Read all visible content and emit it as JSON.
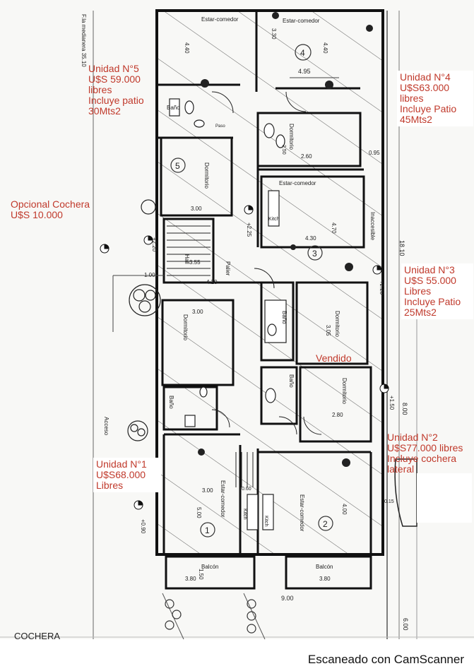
{
  "annotations": {
    "unit5": "Unidad N°5\nU$S 59.000\nlibres\nIncluye patio\n30Mts2",
    "unit4": "Unidad N°4\nU$S63.000\nlibres\nIncluye Patio\n45Mts2",
    "garage_optional": "Opcional Cochera\nU$S 10.000",
    "unit3": "Unidad N°3\nU$S 55.000\nLibres\nIncluye Patio\n25Mts2",
    "sold": "Vendido",
    "unit2": "Unidad N°2\nU$S77.000 libres\nIncluye cochera\nlateral",
    "unit1": "Unidad N°1\nU$S68.000\nLibres"
  },
  "plan_labels": {
    "estar_comedor": "Estar-comedor",
    "dormitorio": "Dormitorio",
    "bano": "Baño",
    "kitch": "Kitch",
    "balcon": "Balcón",
    "hall": "Hall",
    "palier": "Palier",
    "acceso": "Acceso",
    "inaccesible": "Inaccesible",
    "cochera": "COCHERA",
    "paso": "Paso"
  },
  "dimensions": {
    "d_4_40": "4.40",
    "d_3_30": "3.30",
    "d_4_95": "4.95",
    "d_3_00": "3.00",
    "d_2_60": "2.60",
    "d_0_95": "0.95",
    "d_4_30": "4.30",
    "d_4_70": "4.70",
    "d_4_20": "4.20",
    "d_3_55": "3.55",
    "d_1_00": "1.00",
    "d_3_05": "3.05",
    "d_2_80": "2.80",
    "d_3_80": "3.80",
    "d_9_00": "9.00",
    "d_18_10": "18.10",
    "d_8_00": "8.00",
    "d_6_00": "6.00",
    "d_5_00": "5.00",
    "d_4_00": "4.00",
    "d_1_50": "1.50",
    "d_0_15": "0.15",
    "d_2_50": "2.50",
    "d_0_60": "0.60",
    "lvl_p2_25": "+2.25",
    "lvl_p2_20": "+2.20",
    "lvl_p1_50": "+1.50",
    "lvl_p0_90": "+0.90"
  },
  "unit_numbers": [
    "1",
    "2",
    "3",
    "4",
    "5"
  ],
  "side_note": "F.la medianera 35.10",
  "footer": "Escaneado con CamScanner"
}
